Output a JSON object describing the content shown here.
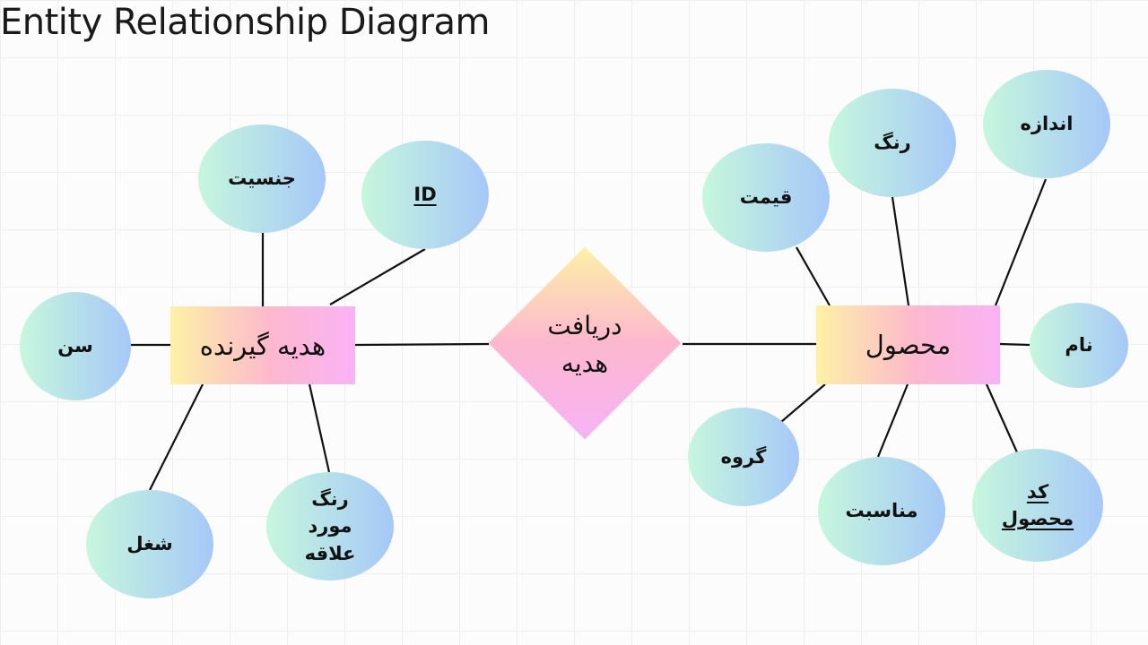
{
  "title": "Entity Relationship Diagram",
  "entities": {
    "gift_recipient": "هدیه گیرنده",
    "product": "محصول"
  },
  "relationship": "دریافت هدیه",
  "recipient_attributes": {
    "gender": "جنسیت",
    "id": "ID",
    "age": "سن",
    "job": "شغل",
    "favorite_color": "رنگ مورد علاقه"
  },
  "product_attributes": {
    "price": "قیمت",
    "color": "رنگ",
    "size": "اندازه",
    "name": "نام",
    "group": "گروه",
    "occasion": "مناسبت",
    "product_code": "کد محصول"
  },
  "key_attributes": [
    "ID",
    "کد محصول"
  ],
  "colors": {
    "attribute_gradient": [
      "#c6f7dd",
      "#a6c8f8"
    ],
    "entity_gradient": [
      "#fdf1a6",
      "#fdb8cf",
      "#f9b3f5"
    ],
    "line": "#111111"
  }
}
